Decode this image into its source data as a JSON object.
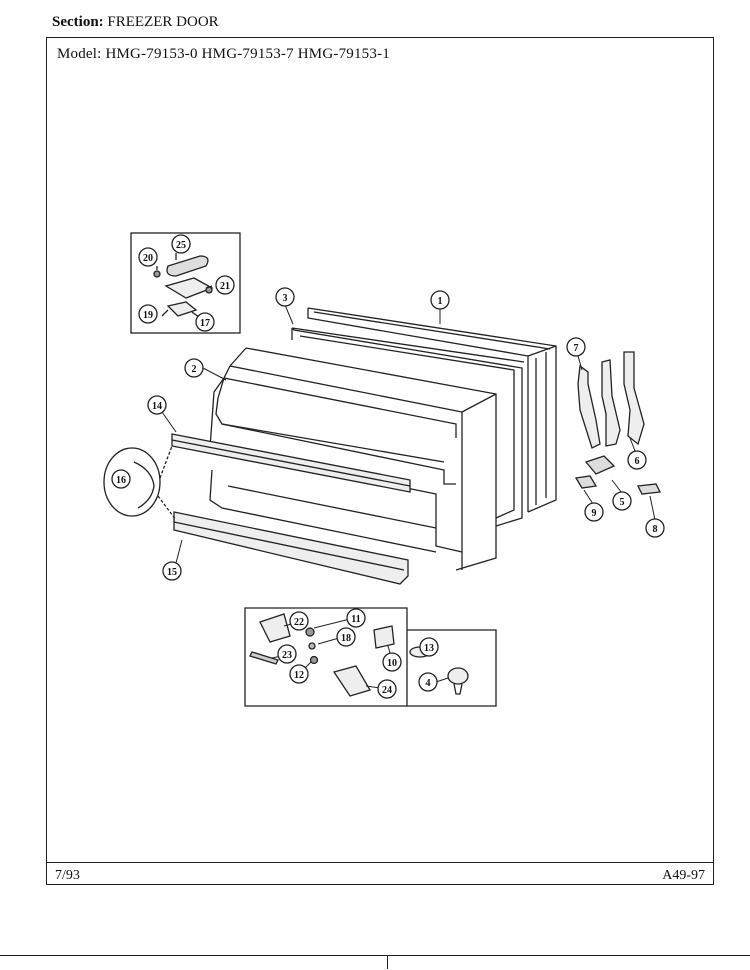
{
  "header": {
    "section_label": "Section:",
    "section_value": "FREEZER DOOR"
  },
  "model": {
    "label": "Model:",
    "numbers": "HMG-79153-0  HMG-79153-7  HMG-79153-1"
  },
  "footer": {
    "date": "7/93",
    "page_code": "A49-97"
  },
  "callouts": {
    "n1": "1",
    "n2": "2",
    "n3": "3",
    "n4": "4",
    "n5": "5",
    "n6": "6",
    "n7": "7",
    "n8": "8",
    "n9": "9",
    "n10": "10",
    "n11": "11",
    "n12": "12",
    "n13": "13",
    "n14": "14",
    "n15": "15",
    "n16": "16",
    "n17": "17",
    "n18": "18",
    "n19": "19",
    "n20": "20",
    "n21": "21",
    "n22": "22",
    "n23": "23",
    "n24": "24",
    "n25": "25"
  }
}
